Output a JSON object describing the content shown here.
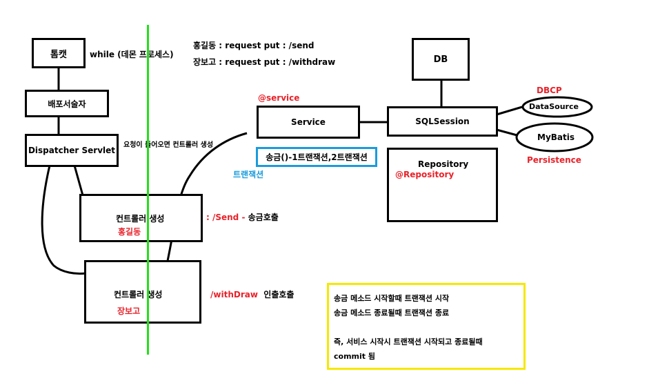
{
  "tomcat": "톰캣",
  "while_label": "while (데몬 프로세스)",
  "requests": [
    "홍길동 : request put : /send",
    "장보고 : request put : /withdraw"
  ],
  "dispatcher_label": "배포서술자",
  "dispatcher_servlet": "Dispatcher Servlet",
  "controller_note": "요청이 들어오면 컨트롤러 생성",
  "controller1": {
    "title": "컨트롤러 생성",
    "user": "홍길동",
    "route": ": /Send - ",
    "action": "송금호출"
  },
  "controller2": {
    "title": "컨트롤러 생성",
    "user": "장보고",
    "route": "/withDraw",
    "action": "인출호출"
  },
  "service_annot": "@service",
  "service": "Service",
  "transaction_box": "송금()-1트랜잭션,2트랜잭션",
  "transaction_label": "트랜잭션",
  "db": "DB",
  "sqlsession": "SQLSession",
  "dbcp": "DBCP",
  "datasource": "DataSource",
  "mybatis": "MyBatis",
  "persistence": "Persistence",
  "repository": "Repository",
  "repository_annot": "@Repository",
  "note_lines": [
    "송금 메소드 시작할때 트랜잭션 시작",
    "송금 메소드 종료될때 트랜잭션 종료",
    "",
    "즉, 서비스 시작시 트랜잭션 시작되고 종료될때",
    "commit 됨"
  ],
  "colors": {
    "red": "#e8222a",
    "blue": "#1a9bdc",
    "green": "#22e01a",
    "yellow": "#f5e800"
  }
}
